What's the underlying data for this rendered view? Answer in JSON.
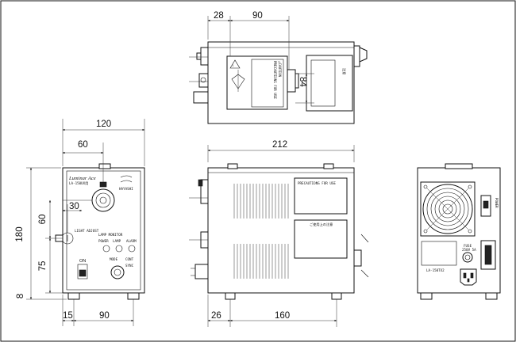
{
  "dimensions": {
    "top_view": {
      "offset": "28",
      "width": "90",
      "depth": "84"
    },
    "front_view": {
      "total_width": "120",
      "knob_x": "60",
      "height": "180",
      "knob_y": "60",
      "control_x": "30",
      "control_y": "75",
      "foot_h": "8",
      "foot_left": "15",
      "foot_span": "90"
    },
    "side_view": {
      "length": "212",
      "foot_left": "26",
      "foot_span": "160"
    }
  },
  "labels": {
    "front_brand": "Luminar Ace",
    "front_sub": "LA-150UX用",
    "maker": "HAYASHI",
    "knob_caption": "LIGHT ADJUST",
    "lamp_monitor": "LAMP MONITOR",
    "lamp_items": [
      "POWER",
      "LAMP",
      "ALARM"
    ],
    "power": "ON",
    "mode_label": "MODE",
    "mode_opt1": "CONT",
    "mode_opt2": "SYNC",
    "side_plate1": "PRECAUTIONS FOR USE",
    "side_plate2": "ご使用上の注意",
    "top_caution": "△CAUTION",
    "top_precautions": "PRECAUTIONS FOR USE",
    "top_plate2": "注意",
    "rear_fuse": "FUSE",
    "rear_fuse_value": "250V 5A",
    "rear_model": "LA-150TX2",
    "rear_switch": "POWER"
  }
}
